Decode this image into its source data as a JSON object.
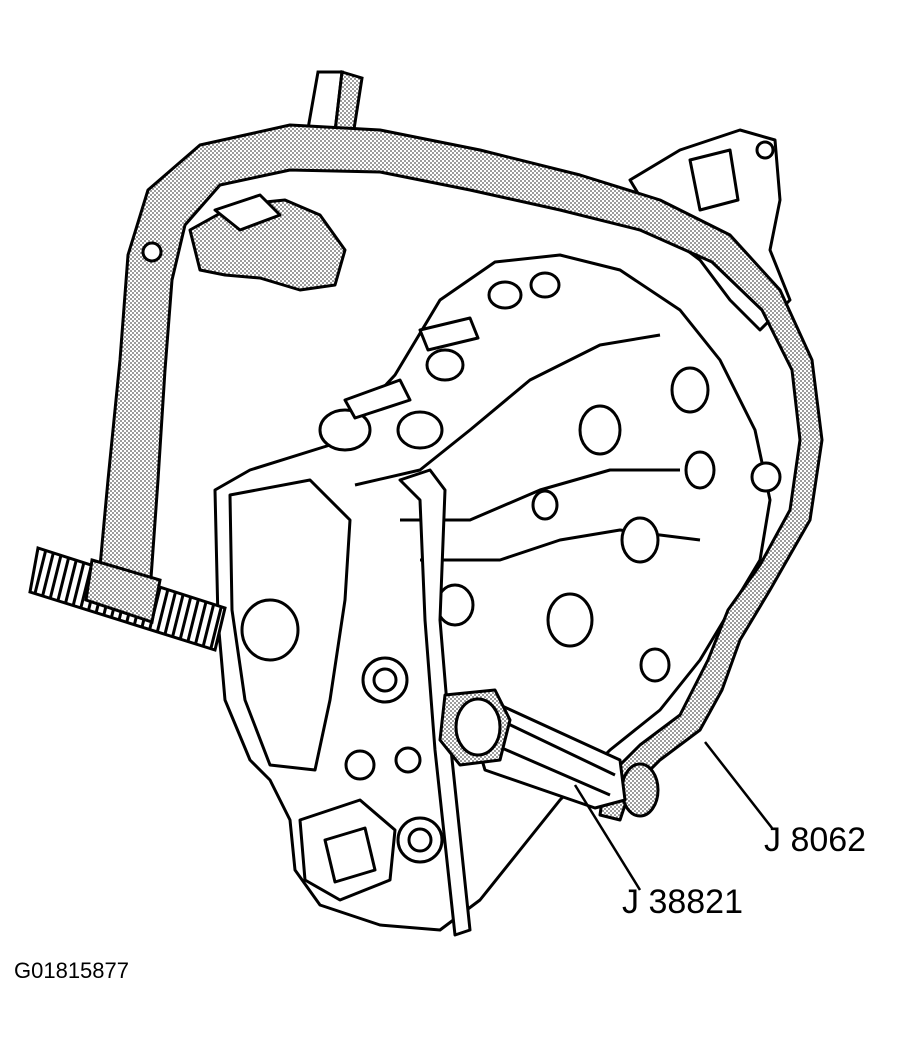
{
  "callouts": {
    "j8062": "J 8062",
    "j38821": "J 38821"
  },
  "figure_id": "G01815877",
  "colors": {
    "ink": "#000000",
    "paper": "#ffffff",
    "stipple": "#9a9a9a"
  }
}
